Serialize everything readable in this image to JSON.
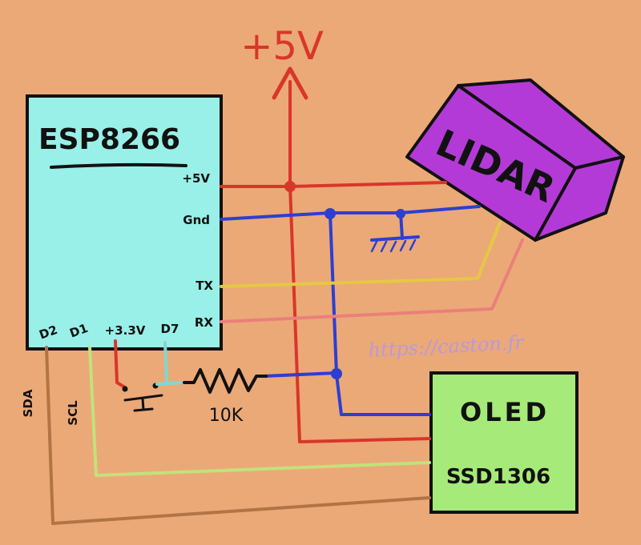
{
  "supply": {
    "label": "+5V"
  },
  "esp": {
    "title": "ESP8266",
    "pins": {
      "v5": "+5V",
      "gnd": "Gnd",
      "tx": "TX",
      "rx": "RX",
      "d2": "D2",
      "d1": "D1",
      "v33": "+3.3V",
      "d7": "D7"
    }
  },
  "lidar": {
    "label": "LIDAR"
  },
  "oled": {
    "line1": "OLED",
    "line2": "SSD1306"
  },
  "resistor": {
    "value": "10K"
  },
  "bus": {
    "sda": "SDA",
    "scl": "SCL"
  },
  "watermark": "https://caston.fr",
  "colors": {
    "background": "#eba978",
    "esp_fill": "#98f0e8",
    "lidar_fill": "#b43ad8",
    "oled_fill": "#a6ea79",
    "power": "#d9362a",
    "ground": "#2d3fd0",
    "tx": "#e4c845",
    "rx": "#eb7f7b",
    "scl": "#c2e27a",
    "sda": "#b27444",
    "d7": "#7fd8d2",
    "watermark": "#b89ad8"
  }
}
